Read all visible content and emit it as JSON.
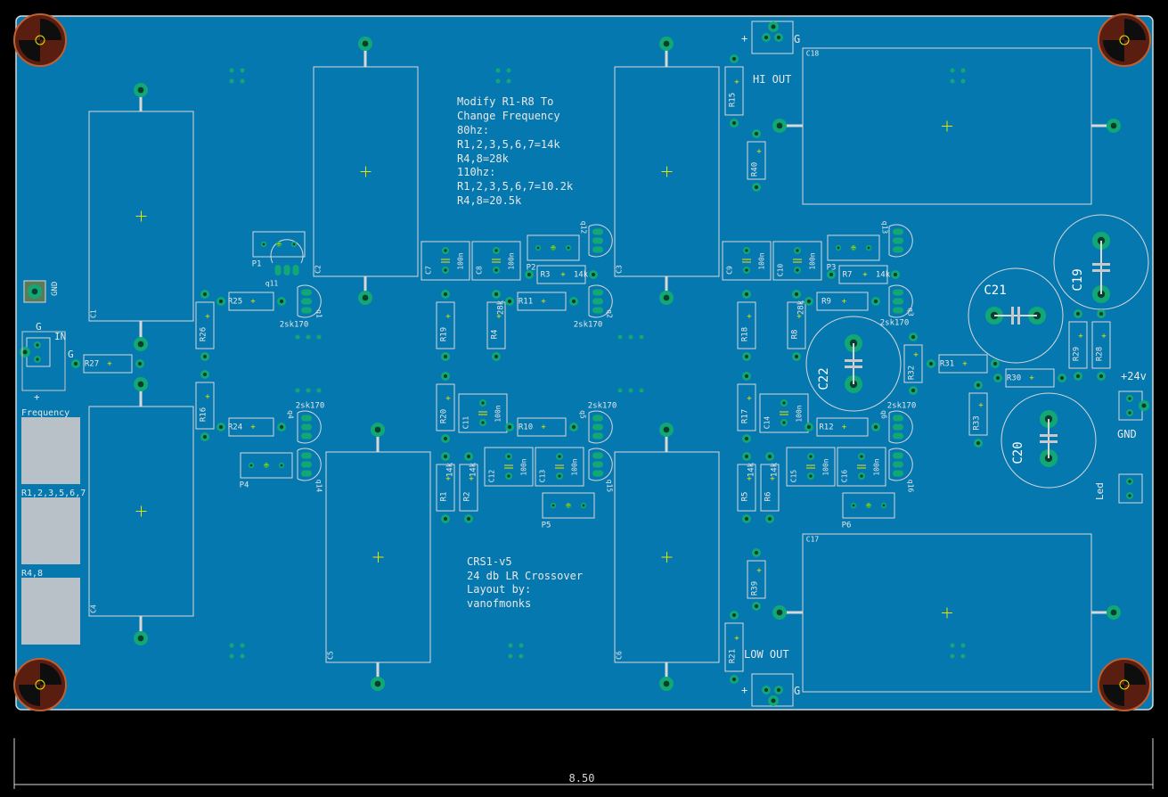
{
  "board": {
    "colors": {
      "background": "#000000",
      "copper": "#0678b0",
      "outline": "#d8d8d8",
      "silk": "#e8e8e8",
      "courtyard": "#c8c8c8",
      "pad": "#12a875",
      "pad_hole": "#0b3d2c",
      "mark": "#e6e600",
      "fab": "#d8d8d8",
      "mount_ring": "#c06030"
    },
    "dimension_label": "8.50",
    "notes": {
      "freq": [
        "Modify R1-R8 To",
        "Change Frequency",
        "80hz:",
        "R1,2,3,5,6,7=14k",
        "R4,8=28k",
        "110hz:",
        "R1,2,3,5,6,7=10.2k",
        "R4,8=20.5k"
      ],
      "credits": [
        "CRS1-v5",
        "24 db LR Crossover",
        "Layout by:",
        "vanofmonks"
      ]
    },
    "labels": {
      "in": "IN",
      "g": "G",
      "plus": "+",
      "gnd": "GND",
      "frequency": "Frequency",
      "r1235": "R1,2,3,5,6,7",
      "r48": "R4,8",
      "hi_out": "HI OUT",
      "low_out": "LOW OUT",
      "v24": "+24v",
      "led": "Led",
      "minus": "-"
    },
    "big_caps": [
      "C1",
      "C2",
      "C3",
      "C4",
      "C5",
      "C6",
      "C17",
      "C18"
    ],
    "elec_caps": [
      "C19",
      "C20",
      "C21",
      "C22"
    ],
    "small_caps": [
      "C7",
      "C8",
      "C9",
      "C10",
      "C11",
      "C12",
      "C13",
      "C14",
      "C15",
      "C16"
    ],
    "small_cap_value": "100n",
    "resistors": [
      "R1",
      "R2",
      "R3",
      "R4",
      "R5",
      "R6",
      "R7",
      "R8",
      "R9",
      "R10",
      "R11",
      "R12",
      "R15",
      "R16",
      "R17",
      "R18",
      "R19",
      "R20",
      "R21",
      "R24",
      "R25",
      "R26",
      "R27",
      "R28",
      "R29",
      "R30",
      "R31",
      "R32",
      "R33",
      "R39",
      "R40"
    ],
    "resistor_values": [
      "14k",
      "28k"
    ],
    "transistors": [
      "Q1",
      "Q2",
      "Q3",
      "Q4",
      "Q5",
      "Q6",
      "Q11",
      "Q12",
      "Q13",
      "Q14",
      "Q15",
      "Q16"
    ],
    "transistor_part": "2sk170",
    "pots": [
      "P1",
      "P2",
      "P3",
      "P4",
      "P5",
      "P6"
    ]
  }
}
